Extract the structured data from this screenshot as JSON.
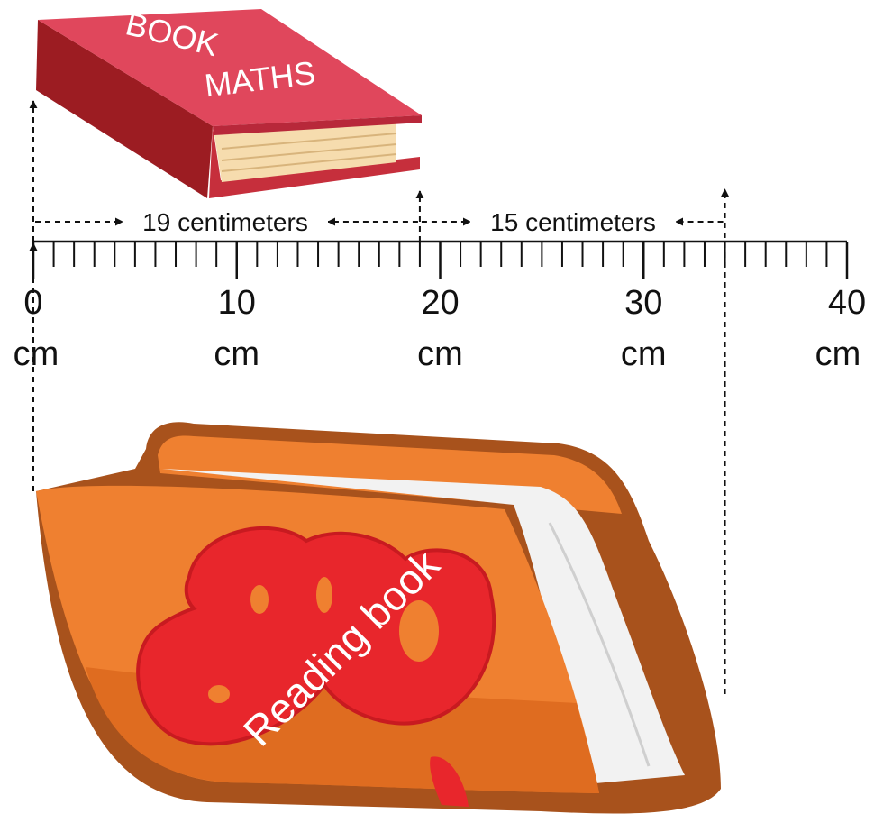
{
  "math_book": {
    "line1": "BOOK",
    "line2": "MATHS",
    "colors": {
      "cover": "#e0475c",
      "spine": "#9c1c22",
      "pages": "#f6dcae"
    }
  },
  "reading_book": {
    "label": "Reading book",
    "colors": {
      "cover": "#ef8030",
      "outline": "#a8521c",
      "pages": "#f2f2f2",
      "emblem": "#e8262c"
    }
  },
  "measures": {
    "math_length": "19 centimeters",
    "difference": "15 centimeters"
  },
  "ruler": {
    "unit": "cm",
    "min": 0,
    "max": 40,
    "major_step": 10,
    "labels": [
      "0",
      "10",
      "20",
      "30",
      "40"
    ],
    "unit_labels": [
      "cm",
      "cm",
      "cm",
      "cm",
      "cm"
    ]
  },
  "marks": {
    "book_start": 0,
    "math_book_end": 19,
    "reading_book_end": 34
  }
}
